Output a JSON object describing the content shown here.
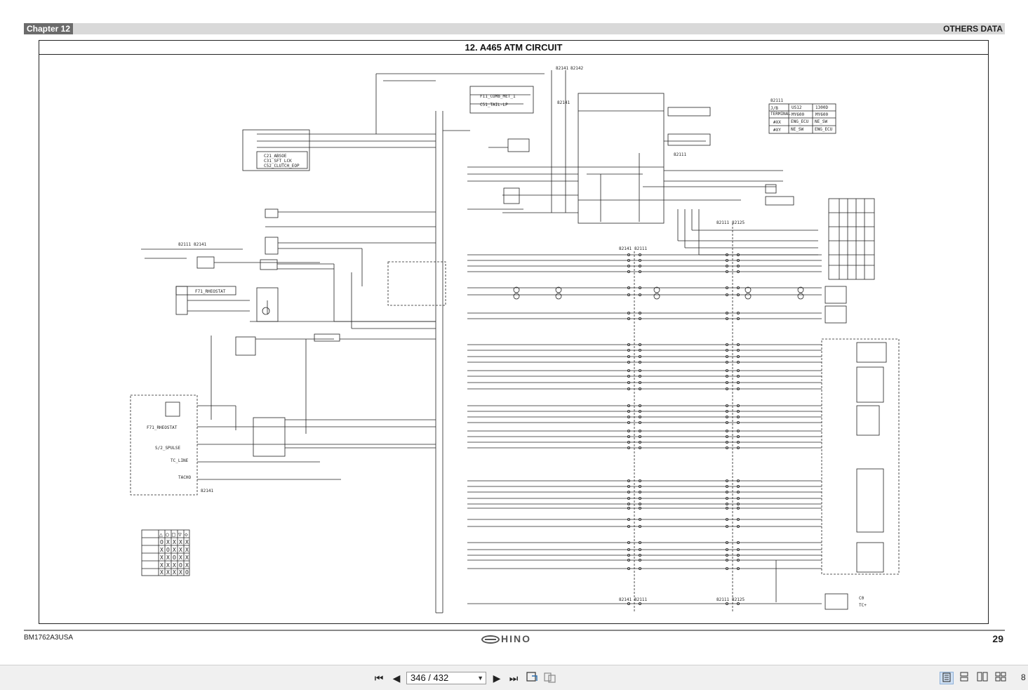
{
  "header": {
    "chapter": "Chapter 12",
    "section": "OTHERS DATA"
  },
  "diagram": {
    "title": "12. A465 ATM CIRCUIT",
    "labels": {
      "f11_comb": "F11_COMB_MET_1",
      "c51_tail": "C51_TAIL-LP",
      "c21": "C21_ABSOE",
      "c31": "C31_SFT_LCK",
      "c52": "C52_CLUTCH_EOP",
      "f71_rheo_1": "F71_RHEOSTAT",
      "f71_rheo_2": "F71_RHEOSTAT",
      "s2_spulse": "S/2_SPULSE",
      "tc_line": "TC_LINE",
      "tacho": "TACHO",
      "conn_82111": "82111",
      "conn_82141": "82141",
      "conn_82142": "82142",
      "conn_82125": "82125",
      "j_bus": "J/B",
      "terminal": "TERMINAL",
      "col_us12": "US12",
      "col_1300": "1300D",
      "col_my600_a": "MY600",
      "col_my600_b": "MY600",
      "row_xx": "#XX",
      "row_xy": "#XY",
      "cell_eng_ecu_a": "ENG_ECU",
      "cell_ne_sw": "NE_SW",
      "cell_ne_sw_b": "NE_SW",
      "cell_eng_ecu_b": "ENG_ECU",
      "tc_plus": "TC+",
      "c0": "C0"
    },
    "legend_symbols": [
      "△",
      "○",
      "□",
      "▽",
      "◇"
    ],
    "legend_rows": [
      {
        "cells": [
          "O",
          "X",
          "X",
          "X",
          "X"
        ]
      },
      {
        "cells": [
          "X",
          "O",
          "X",
          "X",
          "X"
        ]
      },
      {
        "cells": [
          "X",
          "X",
          "O",
          "X",
          "X"
        ]
      },
      {
        "cells": [
          "X",
          "X",
          "X",
          "O",
          "X"
        ]
      },
      {
        "cells": [
          "X",
          "X",
          "X",
          "X",
          "O"
        ]
      }
    ]
  },
  "footer": {
    "doc_code": "BM1762A3USA",
    "brand": "HINO",
    "page_number": "29"
  },
  "toolbar": {
    "first_page": "⏮",
    "prev_page": "◀",
    "page_indicator": "346 / 432",
    "next_page": "▶",
    "last_page": "⏭",
    "zoom_partial": "8"
  },
  "colors": {
    "header_tag": "#6b6b6b",
    "header_bar": "#d9d9d9",
    "line": "#222222"
  },
  "icons": [
    "first-page-icon",
    "prev-page-icon",
    "next-page-icon",
    "last-page-icon",
    "fit-page-icon",
    "fit-width-icon",
    "single-page-icon",
    "continuous-icon",
    "two-page-icon",
    "facing-icon"
  ]
}
